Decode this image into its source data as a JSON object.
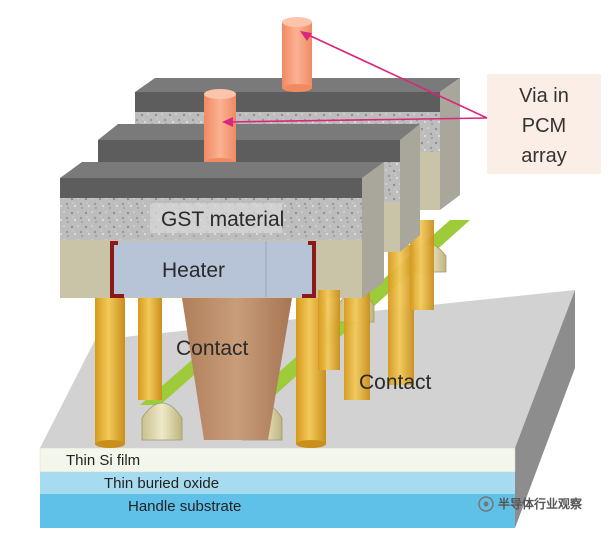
{
  "labels": {
    "gst": "GST material",
    "heater": "Heater",
    "contact_center": "Contact",
    "contact_right": "Contact",
    "callout_line1": "Via in",
    "callout_line2": "PCM",
    "callout_line3": "array",
    "layer_si": "Thin Si film",
    "layer_oxide": "Thin buried oxide",
    "layer_substrate": "Handle substrate",
    "watermark": "半导体行业观察"
  },
  "colors": {
    "metal_top": "#5d5d5d",
    "gst": "#b9b9b9",
    "heater_fill": "#b7c3d6",
    "heater_border": "#8b1a1a",
    "contact_body": "#b98d6a",
    "pillar": "#e6b43c",
    "green_rail": "#9dcb3a",
    "via": "#f59a76",
    "callout_bg": "#fbeee6",
    "arrow": "#d9267e",
    "substrate_top": "#d2d2d2",
    "si_film": "#f3f6ea",
    "oxide": "#a7dbef",
    "handle": "#5fc1e8"
  }
}
